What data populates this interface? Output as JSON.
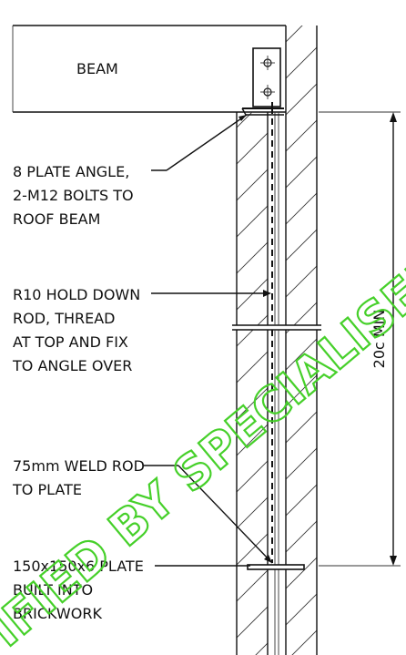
{
  "beam_label": "BEAM",
  "notes": {
    "angle": [
      "8 PLATE ANGLE,",
      "2-M12 BOLTS TO",
      "ROOF BEAM"
    ],
    "rod": [
      "R10 HOLD DOWN",
      "ROD, THREAD",
      "AT TOP AND FIX",
      "TO ANGLE OVER"
    ],
    "weld": [
      "75mm WELD ROD",
      "TO PLATE"
    ],
    "plate": [
      "150x150x6 PLATE",
      "BUILT INTO",
      "BRICKWORK"
    ]
  },
  "dimension_label": "20c MIN",
  "watermark": "IFIED BY SPECIALISED",
  "colors": {
    "line": "#111111",
    "watermark": "#46d02a"
  }
}
